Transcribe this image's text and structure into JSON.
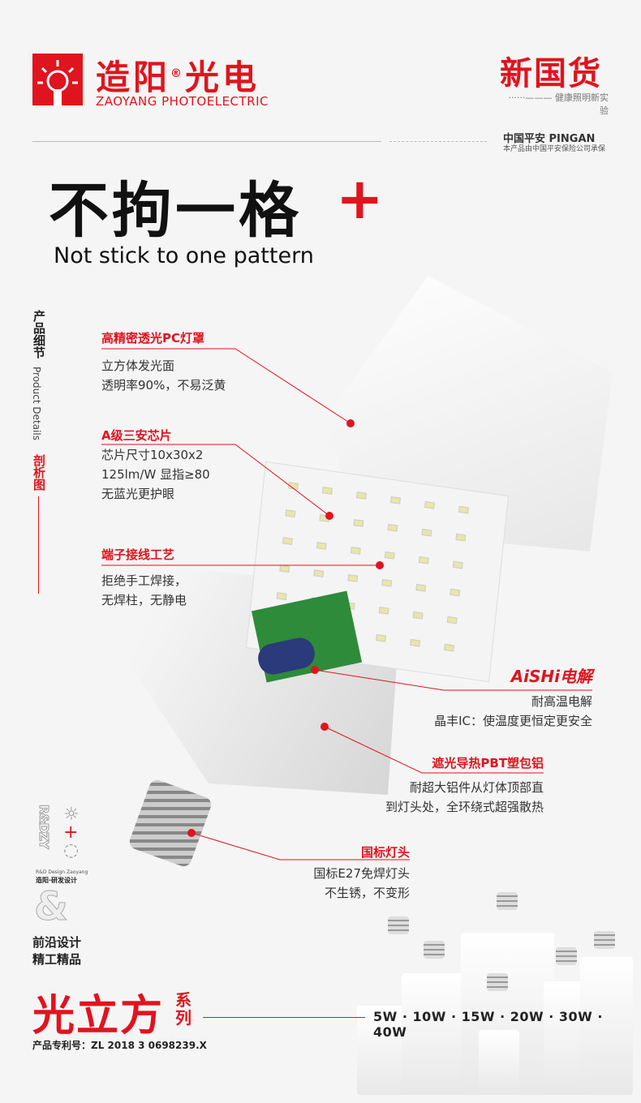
{
  "brand": {
    "cn": "造阳",
    "reg": "®",
    "cn2": "光电",
    "en": "ZAOYANG PHOTOELECTRIC"
  },
  "badge": {
    "title": "新国货",
    "subtitle": "健康照明新实验"
  },
  "insurer": {
    "name": "中国平安 PINGAN",
    "note": "本产品由中国平安保险公司承保"
  },
  "hero": {
    "title": "不拘一格",
    "plus": "+",
    "subtitle": "Not stick to one pattern"
  },
  "side": {
    "cn": "产品细节",
    "en": "Product Details",
    "red": "剖析图"
  },
  "features": [
    {
      "label": "高精密透光PC灯罩",
      "lines": [
        "立方体发光面",
        "透明率90%，不易泛黄"
      ]
    },
    {
      "label": "A级三安芯片",
      "lines": [
        "芯片尺寸10x30x2",
        "125lm/W 显指≥80",
        "无蓝光更护眼"
      ]
    },
    {
      "label": "端子接线工艺",
      "lines": [
        "拒绝手工焊接，",
        "无焊柱，无静电"
      ]
    },
    {
      "label": "AiSHi电解",
      "lines": [
        "耐高温电解",
        "晶丰IC：使温度更恒定更安全"
      ]
    },
    {
      "label": "遮光导热PBT塑包铝",
      "lines": [
        "耐超大铝件从灯体顶部直",
        "到灯头处，全环绕式超强散热"
      ]
    },
    {
      "label": "国标灯头",
      "lines": [
        "国标E27免焊灯头",
        "不生锈，不变形"
      ]
    }
  ],
  "rd": {
    "mark": "R&DZY",
    "en": "R&D Design Zaoyang",
    "cn": "造阳·研发设计"
  },
  "design": {
    "line1": "前沿设计",
    "line2": "精工精品"
  },
  "series": {
    "name": "光立方",
    "suffix": "系列",
    "watts": "5W · 10W · 15W · 20W · 30W · 40W",
    "patent": "产品专利号：ZL 2018 3 0698239.X"
  },
  "colors": {
    "accent": "#e0141e"
  }
}
